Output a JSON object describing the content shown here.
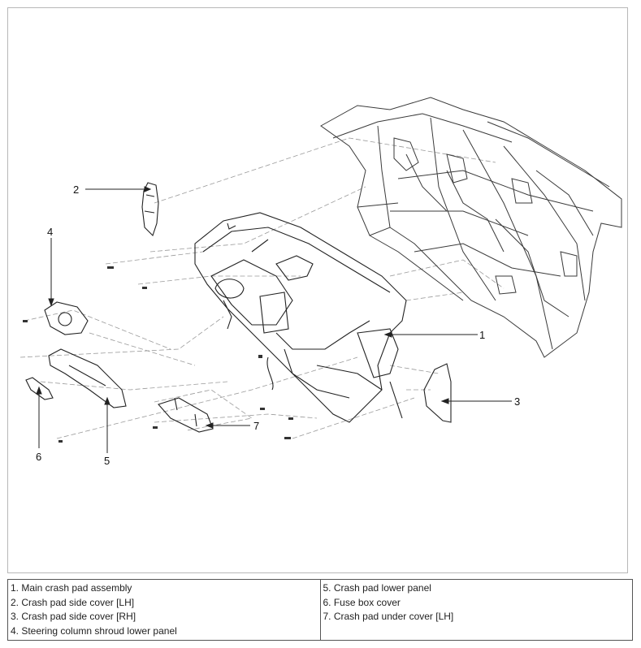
{
  "callouts": [
    "1",
    "2",
    "3",
    "4",
    "5",
    "6",
    "7"
  ],
  "legend": {
    "left": [
      "1. Main crash pad assembly",
      "2. Crash pad side cover [LH]",
      "3. Crash pad side cover [RH]",
      "4. Steering column shroud lower panel"
    ],
    "right": [
      "5. Crash pad lower panel",
      "6. Fuse box cover",
      "7. Crash pad under cover [LH]"
    ]
  }
}
